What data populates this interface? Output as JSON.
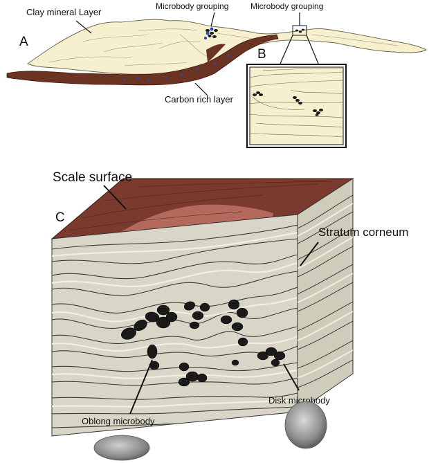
{
  "panels": {
    "a": "A",
    "b": "B",
    "c": "C"
  },
  "labels": {
    "clay_layer": "Clay mineral Layer",
    "microbody_grouping_1": "Microbody grouping",
    "microbody_grouping_2": "Microbody grouping",
    "carbon_layer": "Carbon rich layer",
    "scale_surface": "Scale surface",
    "stratum_corneum": "Stratum corneum",
    "disk_microbody": "Disk microbody",
    "oblong_microbody": "Oblong microbody"
  },
  "colors": {
    "clay": "#f6f0cf",
    "carbon": "#6b3322",
    "surface_top": "#7a3a2e",
    "surface_highlight": "#c77b6e",
    "cube_front": "#d9d6c8",
    "cube_side": "#cfccbc",
    "microbody": "#1a1a1a",
    "blue_dots": "#2a46c8"
  }
}
